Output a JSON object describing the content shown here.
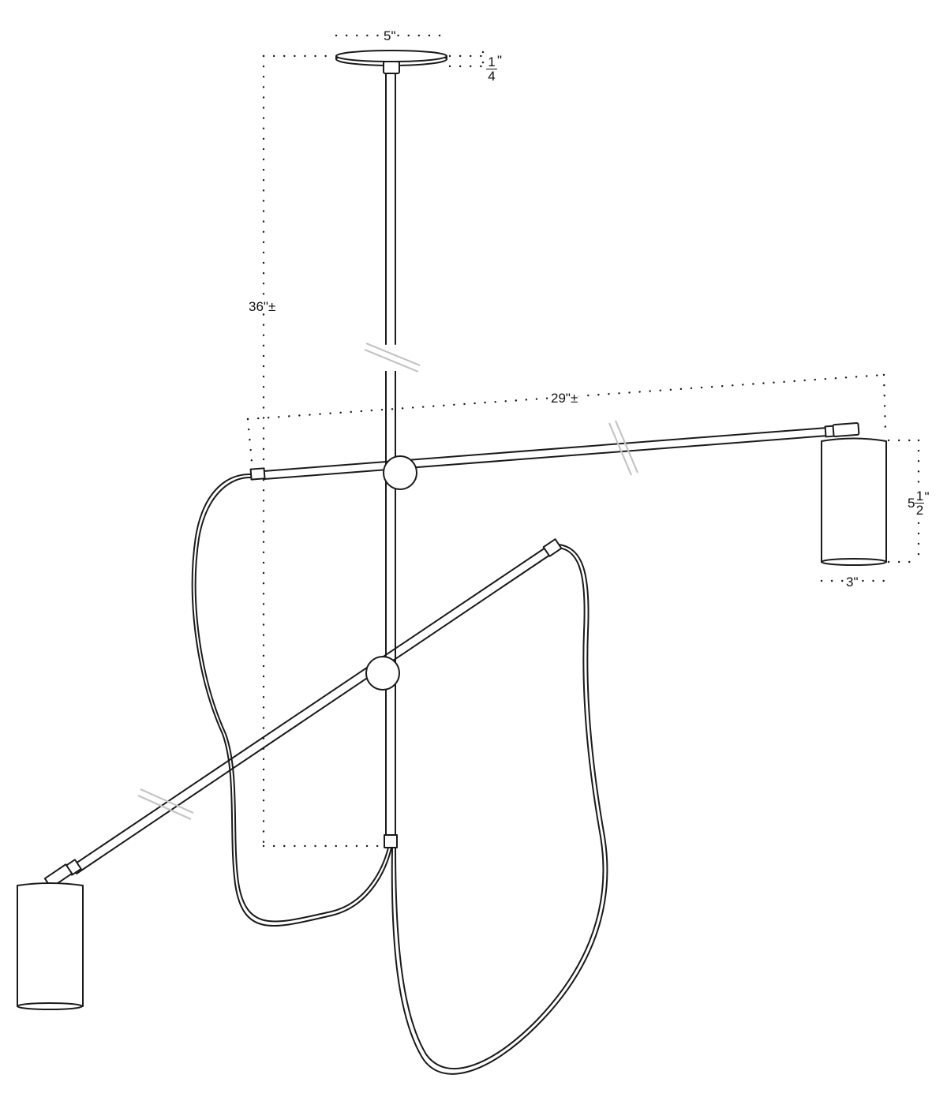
{
  "diagram": {
    "subject": "Two-arm pendant light fixture with cylindrical shades",
    "stroke_color": "#1a1a1a",
    "break_mark_color": "#c4c4c4",
    "background": "#ffffff"
  },
  "dimensions": {
    "canopy_diameter": "5\"",
    "canopy_thickness_whole": "",
    "canopy_thickness_num": "1",
    "canopy_thickness_den": "4",
    "canopy_thickness_unit": "\"",
    "overall_height": "36\"±",
    "arm_span": "29\"±",
    "shade_height_whole": "5",
    "shade_height_num": "1",
    "shade_height_den": "2",
    "shade_height_unit": "\"",
    "shade_diameter": "3\""
  },
  "components": [
    {
      "name": "canopy"
    },
    {
      "name": "vertical-stem"
    },
    {
      "name": "upper-arm"
    },
    {
      "name": "upper-pivot-joint"
    },
    {
      "name": "lower-arm"
    },
    {
      "name": "lower-pivot-joint"
    },
    {
      "name": "right-shade"
    },
    {
      "name": "left-shade"
    },
    {
      "name": "cords"
    }
  ]
}
